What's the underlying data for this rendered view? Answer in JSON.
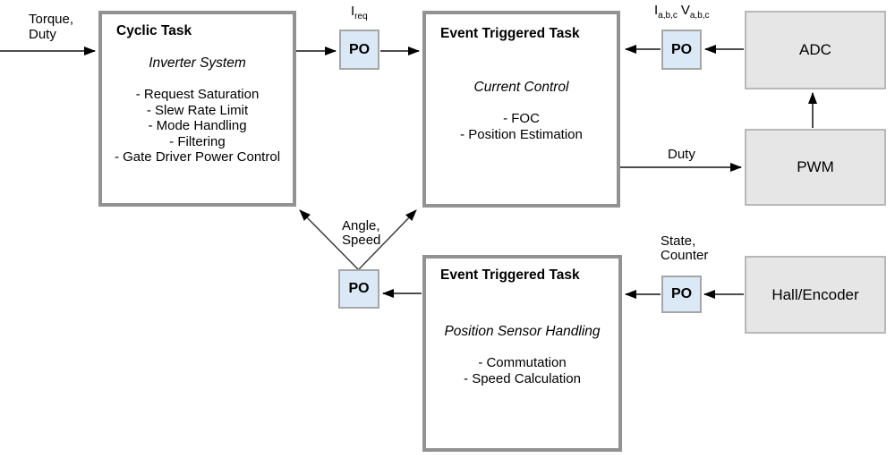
{
  "diagram": {
    "blocks": {
      "cyclic_task": {
        "title": "Cyclic Task",
        "subtitle": "Inverter System",
        "items": [
          "- Request Saturation",
          "- Slew Rate Limit",
          "- Mode Handling",
          "- Filtering",
          "- Gate Driver Power Control"
        ]
      },
      "event_task_current": {
        "title": "Event Triggered Task",
        "subtitle": "Current Control",
        "items": [
          "- FOC",
          "- Position Estimation"
        ]
      },
      "event_task_position": {
        "title": "Event Triggered Task",
        "subtitle": "Position Sensor Handling",
        "items": [
          "- Commutation",
          "- Speed Calculation"
        ]
      },
      "adc": {
        "label": "ADC"
      },
      "pwm": {
        "label": "PWM"
      },
      "hall_encoder": {
        "label": "Hall/Encoder"
      }
    },
    "ports": [
      {
        "label": "PO"
      },
      {
        "label": "PO"
      },
      {
        "label": "PO"
      },
      {
        "label": "PO"
      }
    ],
    "signals": {
      "torque_duty": [
        "Torque,",
        "Duty"
      ],
      "i_req": {
        "base": "I",
        "sub": "req"
      },
      "i_abc": {
        "base": "I",
        "sub": "a,b,c"
      },
      "v_abc": {
        "base": "V",
        "sub": "a,b,c"
      },
      "duty": "Duty",
      "angle_speed": [
        "Angle,",
        "Speed"
      ],
      "state_counter": [
        "State,",
        "Counter"
      ]
    },
    "colors": {
      "task_block_border": "#929292",
      "task_block_fill": "#ffffff",
      "hw_block_fill": "#e6e6e6",
      "hw_block_border": "#b8b8b8",
      "port_fill": "#dbe9f6",
      "port_border": "#a6a6a6",
      "connector_line": "#4d4d4d",
      "arrowhead": "#000000",
      "text": "#000000"
    }
  }
}
